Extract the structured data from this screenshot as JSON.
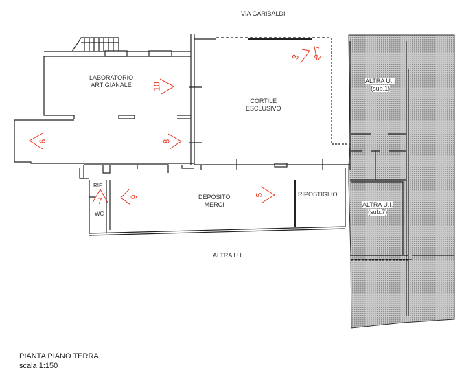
{
  "street_top": "VIA GARIBALDI",
  "rooms": {
    "laboratorio": [
      "LABORATORIO",
      "ARTIGIANALE"
    ],
    "cortile": [
      "CORTILE",
      "ESCLUSIVO"
    ],
    "deposito": [
      "DEPOSITO",
      "MERCI"
    ],
    "ripostiglio": "RIPOSTIGLIO",
    "rip": "RIP.",
    "wc": "WC",
    "altra_sub1": [
      "ALTRA U.I.",
      "(sub.1)"
    ],
    "altra_sub7": [
      "ALTRA U.I.",
      "(sub.7)"
    ],
    "altra_bottom": "ALTRA U.I."
  },
  "photo_points": [
    "2",
    "3",
    "5",
    "6",
    "7",
    "8",
    "9",
    "10"
  ],
  "caption": {
    "title": "PIANTA PIANO TERRA",
    "scale": "scala 1:150"
  },
  "colors": {
    "wall": "#222222",
    "marker": "#e8341c",
    "shade": "#a9a9a9"
  }
}
